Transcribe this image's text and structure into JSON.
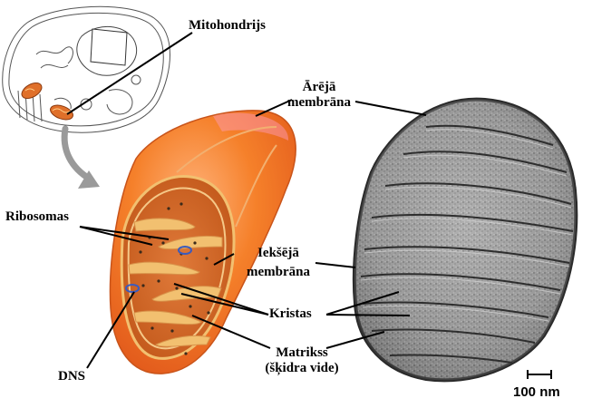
{
  "labels": {
    "mitochondrion": "Mitohondrijs",
    "outer_membrane_line1": "Ārējā",
    "outer_membrane_line2": "membrāna",
    "ribosomes": "Ribosomas",
    "inner_membrane_line1": "Iekšējā",
    "inner_membrane_line2": "membrāna",
    "cristae": "Kristas",
    "matrix_line1": "Matrikss",
    "matrix_line2": "(šķidra vide)",
    "dna": "DNS"
  },
  "scale_bar": {
    "label": "100 nm"
  },
  "colors": {
    "outer_membrane": "#f07a1e",
    "outer_highlight": "#ffb070",
    "inner_matrix": "#c9621a",
    "cristae_fill": "#f2c070",
    "dna_loop": "#3a5bbf",
    "micrograph_dark": "#3a3a3a",
    "micrograph_light": "#b8b8b8",
    "arrow_gray": "#9a9a9a",
    "leader_line": "#000000"
  }
}
